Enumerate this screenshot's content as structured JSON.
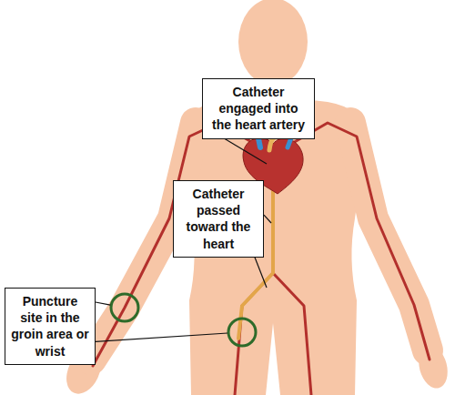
{
  "diagram": {
    "nodes": [
      {
        "text": [
          "Catheter engaged into the heart artery"
        ]
      },
      {
        "text": [
          "Catheter passed toward the heart"
        ]
      },
      {
        "text": [
          "Puncture site in the groin area or wrist"
        ]
      }
    ]
  }
}
